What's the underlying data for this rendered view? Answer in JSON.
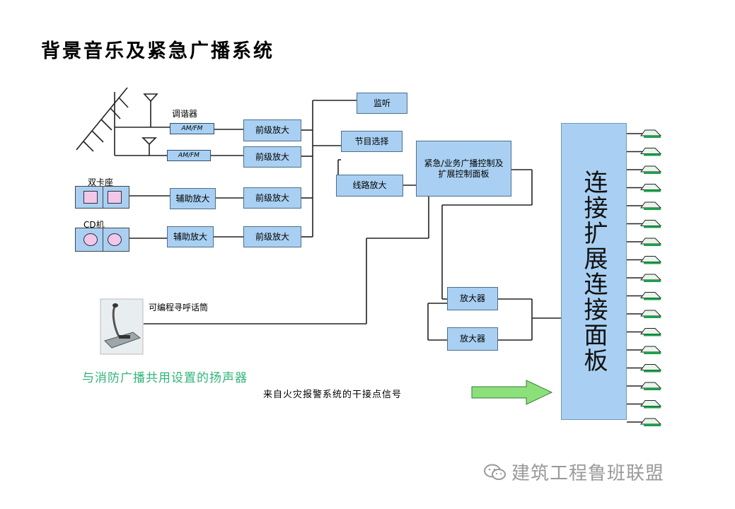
{
  "title": "背景音乐及紧急广播系统",
  "sources": {
    "tuner_label": "调谐器",
    "tuner_band": "AM/FM",
    "cassette_label": "双卡座",
    "cd_label": "CD机",
    "aux_amp": "辅助放大",
    "mic_label": "可编程寻呼话筒"
  },
  "blocks": {
    "pre_amp": "前级放大",
    "monitor": "监听",
    "program_select": "节目选择",
    "line_amp": "线路放大",
    "control_board": "紧急/业务广播控制及扩展控制面板",
    "amplifier": "放大器"
  },
  "panel_label": "连接扩展连接面板",
  "speaker_caption": "与消防广播共用设置的扬声器",
  "fire_signal_text": "来自火灾报警系统的干接点信号",
  "watermark": "建筑工程鲁班联盟",
  "colors": {
    "box_fill": "#a9d0f2",
    "caption_green": "#2fb57a",
    "arrow_green": "#8be07a",
    "speaker_green": "#1aa04a"
  },
  "speaker_count": 17
}
